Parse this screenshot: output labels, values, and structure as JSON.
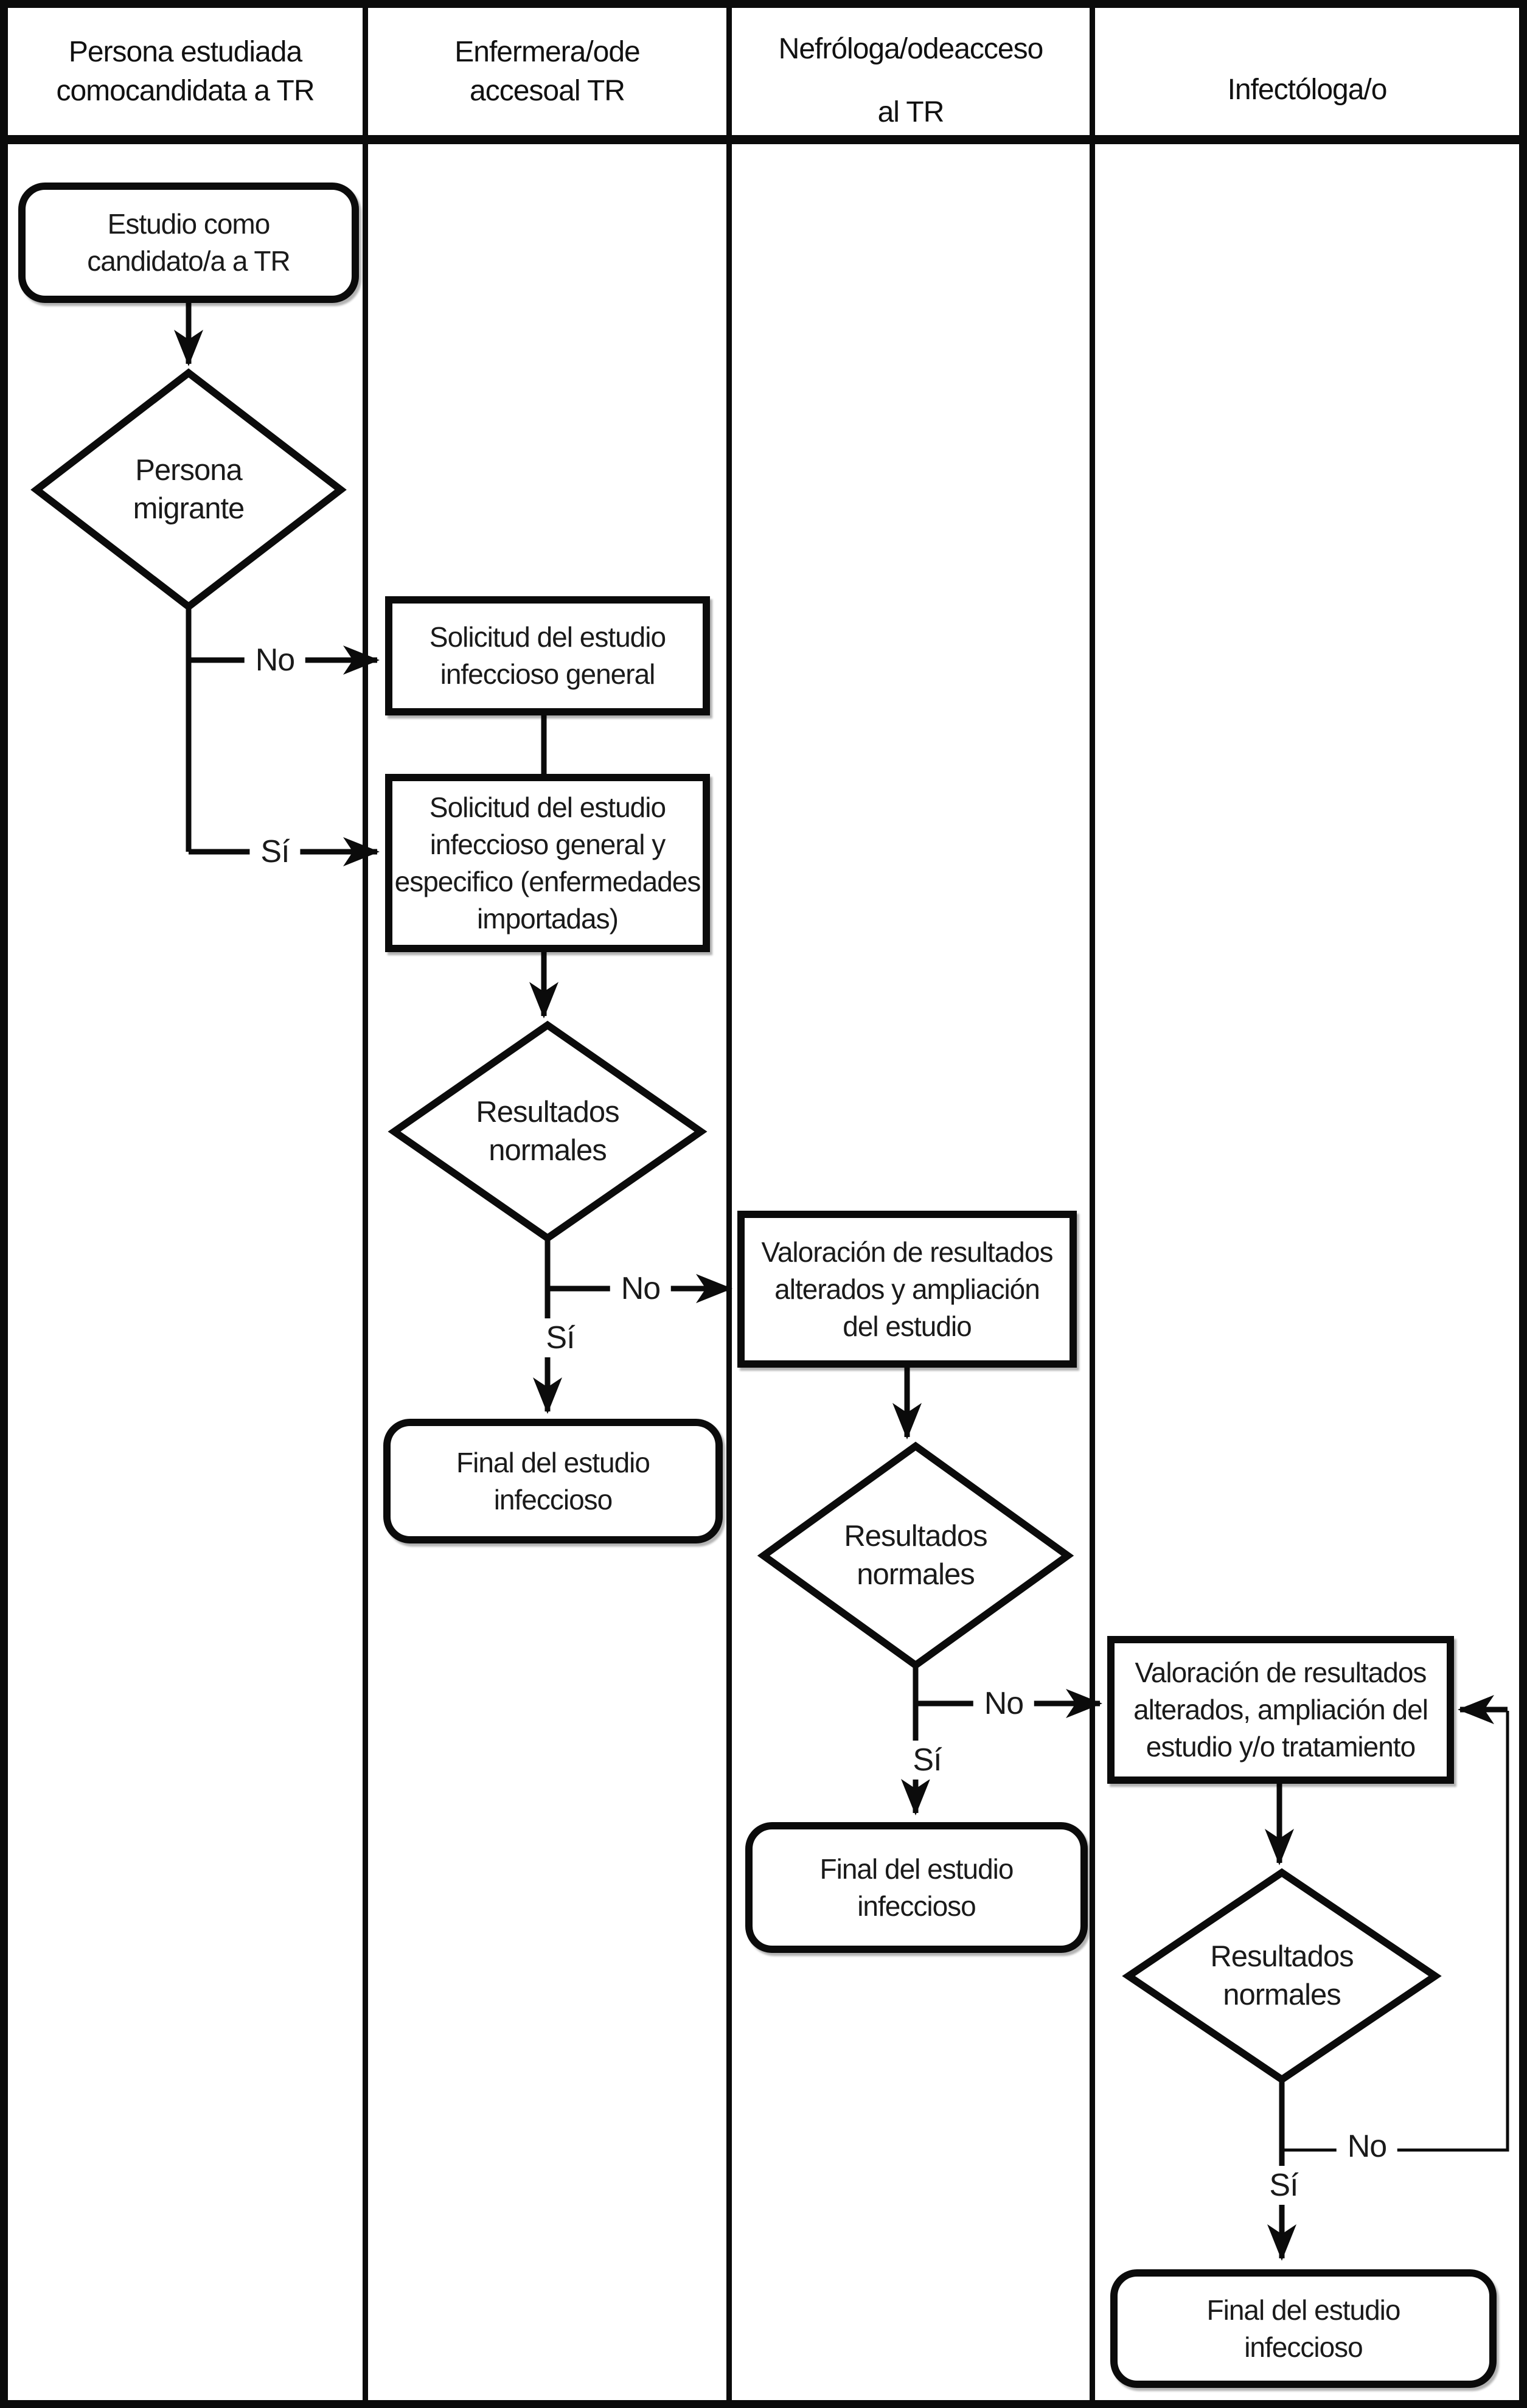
{
  "diagram": {
    "type": "flowchart-swimlanes",
    "language": "es",
    "colors": {
      "line": "#0b0b0b",
      "background": "#ffffff",
      "text": "#1a1a1a"
    }
  },
  "lanes": {
    "headers": [
      {
        "label": "Persona estudiada\ncomocandidata a TR"
      },
      {
        "label": "Enfermera/ode\naccesoal TR"
      },
      {
        "label": "Nefróloga/odeacceso\nal TR"
      },
      {
        "label": "Infectóloga/o"
      }
    ]
  },
  "nodes": {
    "start": {
      "type": "terminal",
      "lane": 1,
      "text": "Estudio como\ncandidato/a a TR"
    },
    "decision_migrant": {
      "type": "decision",
      "lane": 1,
      "text": "Persona\nmigrante"
    },
    "req_general": {
      "type": "process",
      "lane": 2,
      "text": "Solicitud del estudio\ninfeccioso general"
    },
    "req_specific": {
      "type": "process",
      "lane": 2,
      "text": "Solicitud del estudio\ninfeccioso general y\nespecifico (enfermedades\nimportadas)"
    },
    "decision_results_1": {
      "type": "decision",
      "lane": 2,
      "text": "Resultados\nnormales"
    },
    "assessment_1": {
      "type": "process",
      "lane": 3,
      "text": "Valoración de resultados\nalterados y ampliación\ndel estudio"
    },
    "end_1": {
      "type": "terminal",
      "lane": 2,
      "text": "Final del estudio\ninfeccioso"
    },
    "decision_results_2": {
      "type": "decision",
      "lane": 3,
      "text": "Resultados\nnormales"
    },
    "assessment_2": {
      "type": "process",
      "lane": 4,
      "text": "Valoración de resultados\nalterados, ampliación del\nestudio y/o tratamiento"
    },
    "end_2": {
      "type": "terminal",
      "lane": 3,
      "text": "Final del estudio\ninfeccioso"
    },
    "decision_results_3": {
      "type": "decision",
      "lane": 4,
      "text": "Resultados\nnormales"
    },
    "end_3": {
      "type": "terminal",
      "lane": 4,
      "text": "Final del estudio\ninfeccioso"
    }
  },
  "labels": {
    "yes": "Sí",
    "no": "No"
  }
}
